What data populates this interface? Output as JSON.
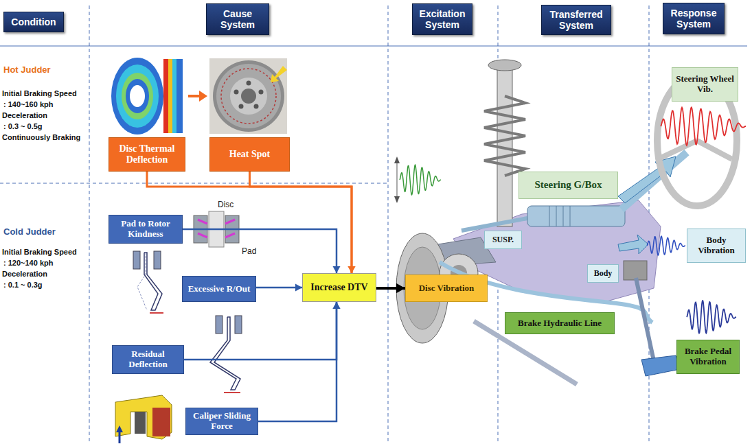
{
  "diagram": {
    "nodes": [
      {
        "text": [
          "Condition"
        ]
      },
      {
        "text": [
          "Cause System"
        ]
      },
      {
        "text": [
          "Excitation System"
        ]
      },
      {
        "text": [
          "Transferred System"
        ]
      },
      {
        "text": [
          "Response System"
        ]
      },
      {
        "text": [
          "Disc Thermal Deflection"
        ]
      },
      {
        "text": [
          "Heat Spot"
        ]
      },
      {
        "text": [
          "Pad to Rotor Kindness"
        ]
      },
      {
        "text": [
          "Excessive R/Out"
        ]
      },
      {
        "text": [
          "Residual Deflection"
        ]
      },
      {
        "text": [
          "Caliper Sliding Force"
        ]
      },
      {
        "text": [
          "Increase DTV"
        ]
      },
      {
        "text": [
          "Disc Vibration"
        ]
      },
      {
        "text": [
          "Steering G/Box"
        ]
      },
      {
        "text": [
          "SUSP."
        ]
      },
      {
        "text": [
          "Body"
        ]
      },
      {
        "text": [
          "Brake Hydraulic Line"
        ]
      },
      {
        "text": [
          "Steering Wheel Vib."
        ]
      },
      {
        "text": [
          "Body Vibration"
        ]
      },
      {
        "text": [
          "Brake Pedal Vibration"
        ]
      }
    ],
    "edges": [
      {
        "from": 5,
        "to": 11,
        "arrow": "to"
      },
      {
        "from": 6,
        "to": 11,
        "arrow": "to"
      },
      {
        "from": 7,
        "to": 11,
        "arrow": "to"
      },
      {
        "from": 8,
        "to": 11,
        "arrow": "to"
      },
      {
        "from": 9,
        "to": 11,
        "arrow": "to"
      },
      {
        "from": 10,
        "to": 11,
        "arrow": "to"
      },
      {
        "from": 11,
        "to": 12,
        "arrow": "to"
      }
    ],
    "labels": [
      "Hot Judder",
      "Initial Braking Speed",
      ": 140~160 kph",
      "Deceleration",
      ": 0.3 ~ 0.5g",
      "Continuously Braking",
      "Cold Judder",
      "Initial Braking Speed",
      ": 120~140 kph",
      "Deceleration",
      ": 0.1 ~ 0.3g",
      "Disc",
      "Pad"
    ]
  }
}
